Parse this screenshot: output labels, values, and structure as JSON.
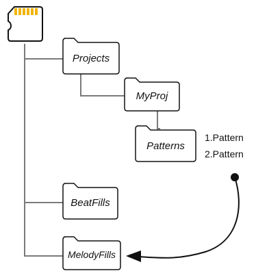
{
  "folders": {
    "projects": "Projects",
    "myproj": "MyProj",
    "patterns": "Patterns",
    "beatfills": "BeatFills",
    "melodyfills": "MelodyFills"
  },
  "pattern_files": [
    "1.Pattern",
    "2.Pattern"
  ],
  "icons": {
    "sd_card": "sd-card-icon"
  },
  "colors": {
    "tree_line": "#7a7a7a",
    "sd_stripe": "#f2b300",
    "ink": "#111111"
  }
}
